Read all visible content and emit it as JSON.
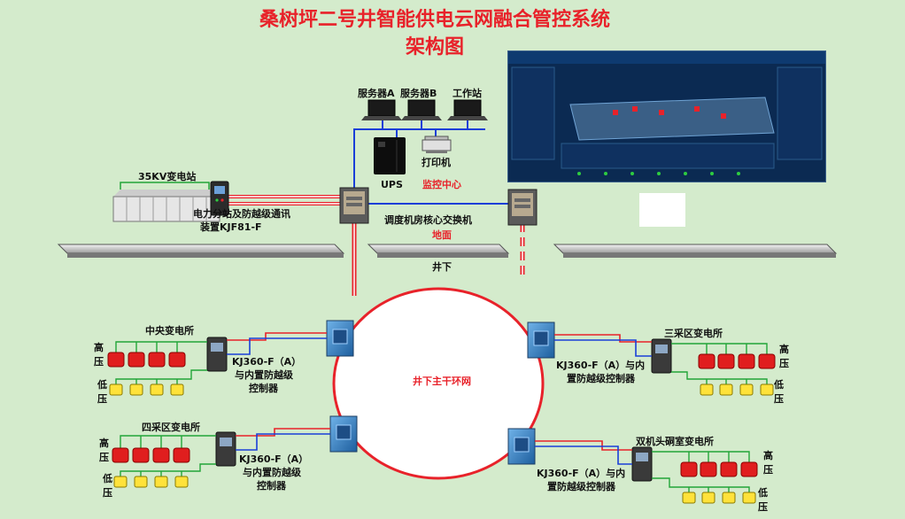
{
  "title": {
    "line1": "桑树坪二号井智能供电云网融合管控系统",
    "line2": "架构图"
  },
  "labels": {
    "server_a": "服务器A",
    "server_b": "服务器B",
    "workstation": "工作站",
    "ups": "UPS",
    "printer": "打印机",
    "monitor_center": "监控中心",
    "substation_35kv": "35KV变电站",
    "kjf81_line1": "电力分站及防越级通讯",
    "kjf81_line2": "装置KJF81-F",
    "core_switch": "调度机房核心交换机",
    "ground": "地面",
    "underground": "井下",
    "ring": "井下主干环网",
    "high": "高",
    "press": "压",
    "low": "低",
    "kj360_line1": "KJ360-F（A）",
    "kj360_line2": "与内置防越级",
    "kj360_line3": "控制器",
    "kj360_r_line1": "KJ360-F（A）与内",
    "kj360_r_line2": "置防越级控制器"
  },
  "substations": {
    "central": "中央变电所",
    "third": "三采区变电所",
    "fourth": "四采区变电所",
    "dual": "双机头硐室变电所"
  },
  "colors": {
    "title": "#e8222a",
    "ring": "#e8222a",
    "fiber_blue": "#1a3fd8",
    "link_green": "#22a538",
    "background": "#d4ebcc"
  }
}
